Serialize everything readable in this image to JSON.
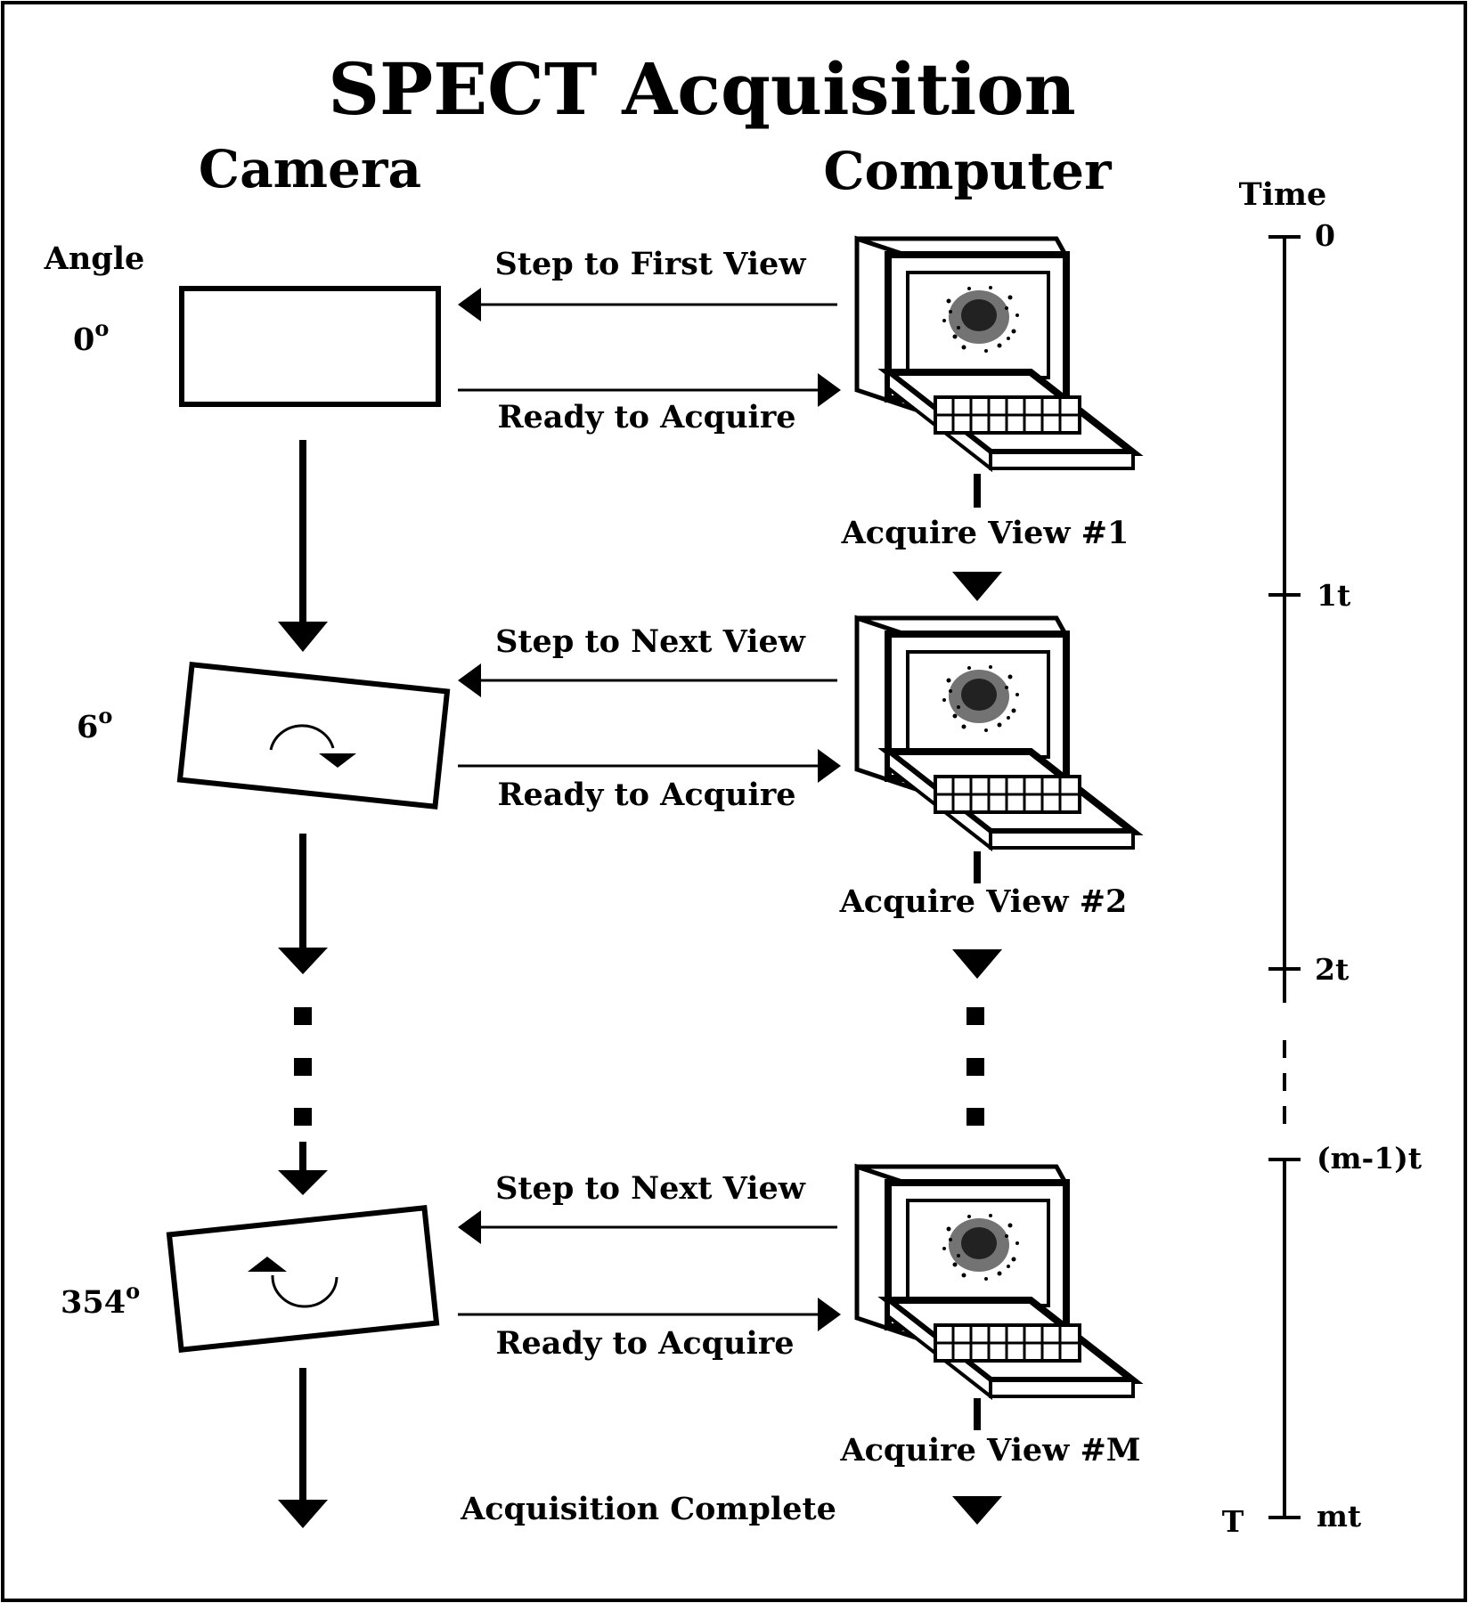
{
  "title": "SPECT Acquisition",
  "columns": {
    "camera": "Camera",
    "computer": "Computer",
    "angle": "Angle",
    "time": "Time"
  },
  "colors": {
    "ink": "#000000",
    "paper": "#ffffff"
  },
  "steps": [
    {
      "angle": "0",
      "degree_symbol": "o",
      "step_label": "Step to First View",
      "ready_label": "Ready to Acquire",
      "acquire_label": "Acquire View #1",
      "camera_icon": "camera-detector-icon",
      "rotation": "none"
    },
    {
      "angle": "6",
      "degree_symbol": "o",
      "step_label": "Step to Next View",
      "ready_label": "Ready to Acquire",
      "acquire_label": "Acquire View #2",
      "camera_icon": "rotated-camera-detector-icon",
      "rotation": "clockwise"
    },
    {
      "angle": "354",
      "degree_symbol": "o",
      "step_label": "Step to Next View",
      "ready_label": "Ready to Acquire",
      "acquire_label": "Acquire View #M",
      "camera_icon": "rotated-camera-detector-icon",
      "rotation": "counterclockwise"
    }
  ],
  "completion_label": "Acquisition Complete",
  "timeline": {
    "ticks": [
      "0",
      "1t",
      "2t",
      "(m-1)t",
      "mt"
    ],
    "end_label": "T"
  },
  "icons": [
    "computer-terminal-icon",
    "rotation-arrow-icon",
    "ellipsis-dots-icon"
  ]
}
